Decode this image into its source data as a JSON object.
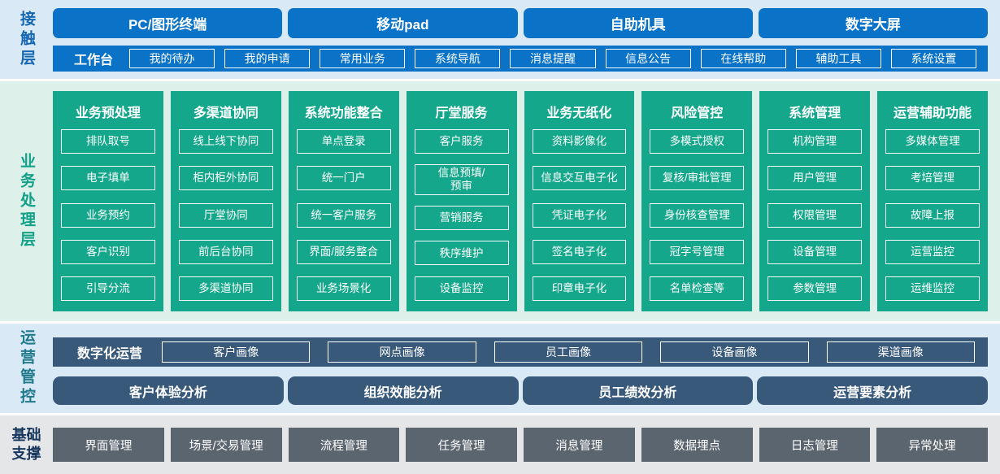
{
  "layers": {
    "contact": {
      "label": "接触层",
      "terminals": [
        "PC/图形终端",
        "移动pad",
        "自助机具",
        "数字大屏"
      ],
      "workbench": {
        "label": "工作台",
        "items": [
          "我的待办",
          "我的申请",
          "常用业务",
          "系统导航",
          "消息提醒",
          "信息公告",
          "在线帮助",
          "辅助工具",
          "系统设置"
        ]
      }
    },
    "business": {
      "label": "业务处理层",
      "columns": [
        {
          "title": "业务预处理",
          "items": [
            "排队取号",
            "电子填单",
            "业务预约",
            "客户识别",
            "引导分流"
          ]
        },
        {
          "title": "多渠道协同",
          "items": [
            "线上线下协同",
            "柜内柜外协同",
            "厅堂协同",
            "前后台协同",
            "多渠道协同"
          ]
        },
        {
          "title": "系统功能整合",
          "items": [
            "单点登录",
            "统一门户",
            "统一客户服务",
            "界面/服务整合",
            "业务场景化"
          ]
        },
        {
          "title": "厅堂服务",
          "items": [
            "客户服务",
            "信息预填/\n预审",
            "营销服务",
            "秩序维护",
            "设备监控"
          ]
        },
        {
          "title": "业务无纸化",
          "items": [
            "资料影像化",
            "信息交互电子化",
            "凭证电子化",
            "签名电子化",
            "印章电子化"
          ]
        },
        {
          "title": "风险管控",
          "items": [
            "多模式授权",
            "复核/审批管理",
            "身份核查管理",
            "冠字号管理",
            "名单检查等"
          ]
        },
        {
          "title": "系统管理",
          "items": [
            "机构管理",
            "用户管理",
            "权限管理",
            "设备管理",
            "参数管理"
          ]
        },
        {
          "title": "运营辅助功能",
          "items": [
            "多媒体管理",
            "考培管理",
            "故障上报",
            "运营监控",
            "运维监控"
          ]
        }
      ]
    },
    "operations": {
      "label": "运营管控",
      "digital": {
        "label": "数字化运营",
        "items": [
          "客户画像",
          "网点画像",
          "员工画像",
          "设备画像",
          "渠道画像"
        ]
      },
      "analysis": [
        "客户体验分析",
        "组织效能分析",
        "员工绩效分析",
        "运营要素分析"
      ]
    },
    "base": {
      "label": "基础支撑",
      "items": [
        "界面管理",
        "场景/交易管理",
        "流程管理",
        "任务管理",
        "消息管理",
        "数据埋点",
        "日志管理",
        "异常处理"
      ]
    }
  },
  "colors": {
    "primary_blue": "#0a73c8",
    "green": "#14a78b",
    "slate": "#38597a",
    "base_gray": "#5a656f",
    "contact_bg": "#d9eaf6",
    "business_bg": "#ddf0e9",
    "ops_bg": "#d9eaf6",
    "base_bg": "#e5e6e8",
    "label_blue": "#1567b2",
    "label_green": "#12a188",
    "label_teal": "#20798c",
    "label_navy": "#17365d"
  }
}
